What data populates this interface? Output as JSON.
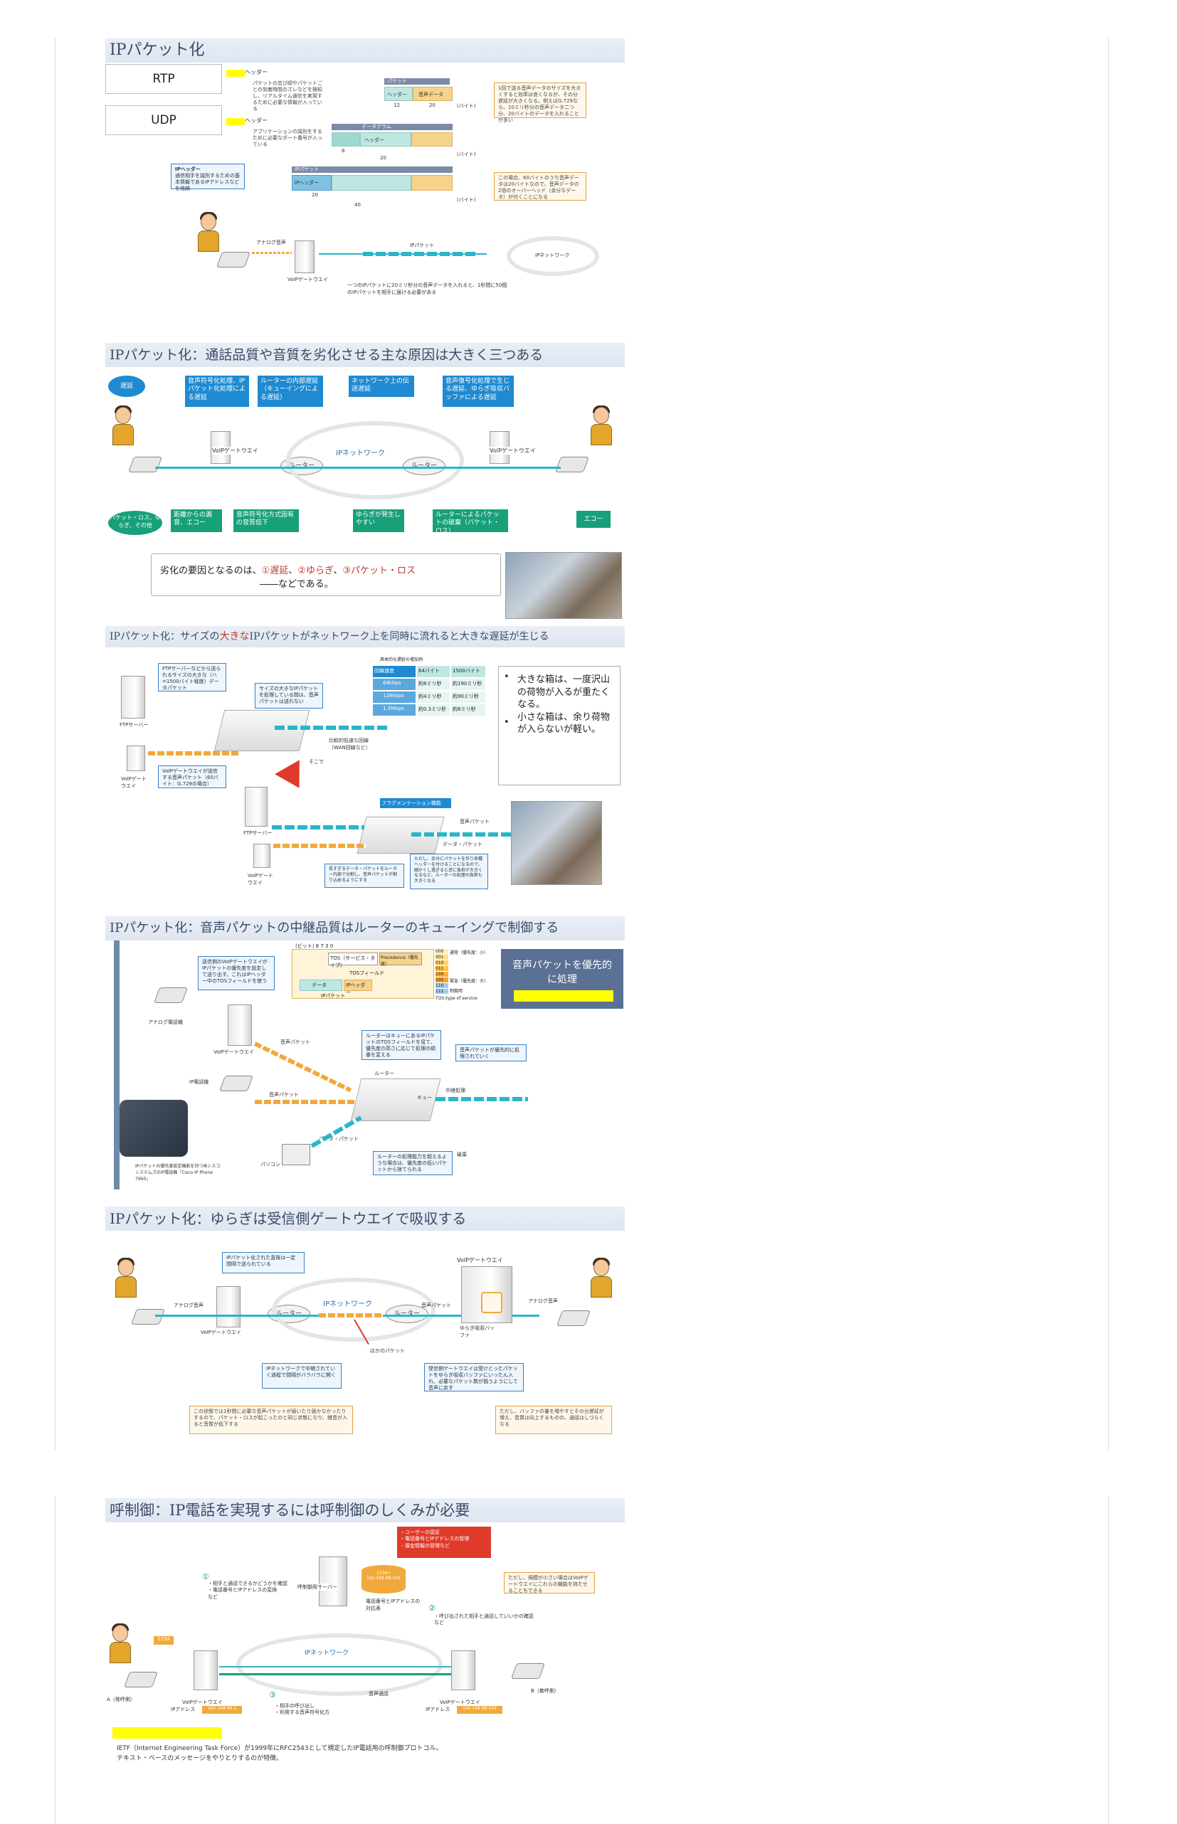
{
  "page": {
    "accent": "#3b4a66",
    "title_bg": "#e3e9f3"
  },
  "s1": {
    "title": "IPパケット化",
    "rtp": "RTP",
    "udp": "UDP",
    "rtp_header_tag": "ヘッダー",
    "rtp_note": "パケットの並び順やパケットごとの到着時間のズレなどを検知し、リアルタイム通信を実現するために必要な情報が入っている",
    "udp_header_tag": "ヘッダー",
    "udp_note": "アプリケーションの識別をするために必要なポート番号が入っている",
    "ip_header_tag": "IPヘッダー",
    "ip_note": "通信相手を識別するための基本情報であるIPアドレスなどを格納",
    "packet_label": "パケット",
    "datagram_label": "データグラム",
    "ip_packet_label": "IPパケット",
    "header_label": "ヘッダー",
    "voice_data_label": "音声データ",
    "ip_header_label": "IPヘッダー",
    "n12": "12",
    "n20a": "20",
    "n8": "8",
    "n20b": "20",
    "n20c": "20",
    "n40": "40",
    "byte": "(バイト)",
    "right_note1": "1回で送る音声データのサイズを大きくすると効率は良くなるが、その分遅延が大きくなる。例えばG.729なら、10ミリ秒分の音声データ二つ分、20バイトのデータを入れることが多い",
    "right_note2": "この場合、60バイトのうち音声データは20バイトなので、音声データの2倍のオーバーヘッド（余分なデータ）が付くことになる",
    "analog": "アナログ音声",
    "gw": "VoIPゲートウエイ",
    "ippacket": "IPパケット",
    "ipnet": "IPネットワーク",
    "bottom_note": "一つのIPパケットに20ミリ秒分の音声データを入れると、1秒間に50個のIPパケットを相手に届ける必要がある"
  },
  "s2": {
    "title": "IPパケット化：通話品質や音質を劣化させる主な原因は大きく三つある",
    "delay": "遅延",
    "loss": "パケット・ロス、ゆらぎ、その他",
    "top1": "音声符号化処理、IPパケット化処理による遅延",
    "top2": "ルーターの内部遅延（キューイングによる遅延）",
    "top3": "ネットワーク上の伝送遅延",
    "top4": "音声復号化処理で生じる遅延、ゆらぎ吸収バッファによる遅延",
    "bot1": "距離からの漏音、エコー",
    "bot2": "音声符号化方式固有の音質低下",
    "bot3": "ゆらぎが発生しやすい",
    "bot4": "ルーターによるパケットの破棄（パケット・ロス）",
    "bot5": "エコー",
    "gw": "VoIPゲートウエイ",
    "router": "ルーター",
    "ipnet": "IPネットワーク",
    "summary_pre": "劣化の要因となるのは、",
    "summary_1": "①遅延",
    "summary_sep1": "、",
    "summary_2": "②ゆらぎ",
    "summary_sep2": "、",
    "summary_3": "③パケット・ロス",
    "summary_post": "――などである。"
  },
  "s3": {
    "title_pre": "IPパケット化：サイズの",
    "title_red": "大きな",
    "title_post": "IPパケットがネットワーク上を同時に流れると大きな遅延が生じる",
    "note1": "FTPサーバーなどから送られるサイズの大きな（ハ=1500バイト程度）データパケット",
    "note2": "サイズの大きなIPパケットを処理している間は、音声パケットは送れない",
    "note3": "VoIPゲートウエイが送信する音声パケット（60バイト：G.729の場合）",
    "ftp": "FTPサーバー",
    "voip": "VoIPゲートウエイ",
    "table_title": "具体的な遅延の増加例",
    "col1": "64バイト",
    "col2": "1500バイト",
    "row_head": "回線速度",
    "row1": "64kbps",
    "row2": "128kbps",
    "row3": "1.5Mbps",
    "r1c1": "約8ミリ秒",
    "r1c2": "約190ミリ秒",
    "r2c1": "約4ミリ秒",
    "r2c2": "約90ミリ秒",
    "r3c1": "約0.3ミリ秒",
    "r3c2": "約8ミリ秒",
    "wan": "比較的低速な回線（WAN回線など）",
    "then": "そこで",
    "frag": "フラグメンテーション機能",
    "voice_packet": "音声パケット",
    "data_packet": "データ・パケット",
    "frag_note1": "長すぎるデータ・パケットをルーター内部で分割し、音声パケットが割り込めるようにする",
    "frag_note2": "ただし、余分にパケットを作り各種ヘッダーを付けることになるので、細かくし過ぎると逆に負担が大きくなるなど、ルーターの処理の負担も大きくなる",
    "bullet1": "大きな箱は、一度沢山の荷物が入るが重たくなる。",
    "bullet2": "小さな箱は、余り荷物が入らないが軽い。"
  },
  "s4": {
    "title": "IPパケット化：音声パケットの中継品質はルーターのキューイングで制御する",
    "bits": "(ビット) 8    7    3    0",
    "tos": "TOS（サービス・タイプ）",
    "precedence": "Precedence（優先度）",
    "tos_field": "TOSフィールド",
    "data": "データ",
    "ipheader": "IPヘッダー",
    "ippacket": "IPパケット",
    "prio_low": "通常（優先度：小）",
    "prio_high": "緊急（優先度：大）",
    "control": "制御用",
    "tos_full": "TOS:type of service",
    "codes": [
      "000",
      "001",
      "010",
      "011",
      "100",
      "101",
      "110",
      "111"
    ],
    "callout": "音声パケットを優先的に処理",
    "note1": "送信側のVoIPゲートウエイがIPパケットの優先度を設定して送り出す。これはIPヘッダー中のTOSフィールドを使う",
    "note2": "ルーターはキューにあるIPパケットのTOSフィールドを見て、優先度の高さに応じて処理の順番を変える",
    "note3": "音声パケットが優先的に処理されていく",
    "note4": "ルーターの処理能力を超えるような場合は、優先度の低いパケットから捨てられる",
    "analog_phone": "アナログ電話機",
    "gw": "VoIPゲートウエイ",
    "ip_phone": "IP電話機",
    "voice_packet": "音声パケット",
    "router": "ルーター",
    "queue": "キュー",
    "relay": "中継処理",
    "discard": "破棄",
    "pc": "パソコン",
    "data_packet": "データ・パケット",
    "cisco": "IPパケットの優先度設定機能を持つ米シスコシステムズのIP電話機「Cisco IP Phone 7960」"
  },
  "s5": {
    "title": "IPパケット化：ゆらぎは受信側ゲートウエイで吸収する",
    "note1": "IPパケット化された直後は一定間隔で送られている",
    "note2": "IPネットワークで中継されていく過程で間隔がバラバラに開く",
    "note3": "受信側ゲートウエイは受けとったパケットをゆらぎ吸収バッファにいったん入れ、必要なパケット数が揃うようにして音声に戻す",
    "analog": "アナログ音声",
    "gw": "VoIPゲートウエイ",
    "router": "ルーター",
    "ipnet": "IPネットワーク",
    "voice_packet": "音声パケット",
    "other_packet": "ほかのパケット",
    "buffer": "ゆらぎ吸収バッファ",
    "bottom1": "この状態では1秒間に必要な音声パケットが届いたり届かなかったりするので、パケット・ロスが起こったのと同じ状態になり、雑音が入ると音質が低下する",
    "bottom2": "ただし、バッファの量を増やすとその分遅延が増え、音質は向上するものの、通話はしづらくなる"
  },
  "s6": {
    "title": "呼制御：IP電話を実現するには呼制御のしくみが必要",
    "server": "呼制御用サーバー",
    "redbox": "・ユーザーの認証\n・電話番号とIPアドレスの管理\n・課金情報の管理など",
    "db_num": "1234=",
    "db_ip": "192.168.98.102",
    "db_label": "電話番号とIPアドレスの対応表",
    "note_right": "ただし、規模が小さい場合はVoIPゲートウエイにこれらの機能を持たせることもできる",
    "step1_num": "①",
    "step1": "・相手と通話できるかどうかを確認\n・電話番号とIPアドレスの変換\n                など",
    "step2_num": "②",
    "step2": "・呼び出された相手と通話していいかの確認\n                など",
    "step3_num": "③",
    "step3": "・相手の呼び出し\n・利用する音声符号化方",
    "ipnet": "IPネットワーク",
    "call_voice": "音声通話",
    "a_label": "A（発呼側）",
    "b_label": "B（着呼側）",
    "a_num": "1234",
    "gw": "VoIPゲートウエイ",
    "ip_addr": "IPアドレス",
    "ip_a": "192.168.98.1",
    "ip_b": "192.168.98.102",
    "footer_line1": "IETF（Internet Engineering Task Force）が1999年にRFC2543として規定したIP電話用の呼制御プロトコル。",
    "footer_line2": "テキスト・ベースのメッセージをやりとりするのが特徴。"
  }
}
